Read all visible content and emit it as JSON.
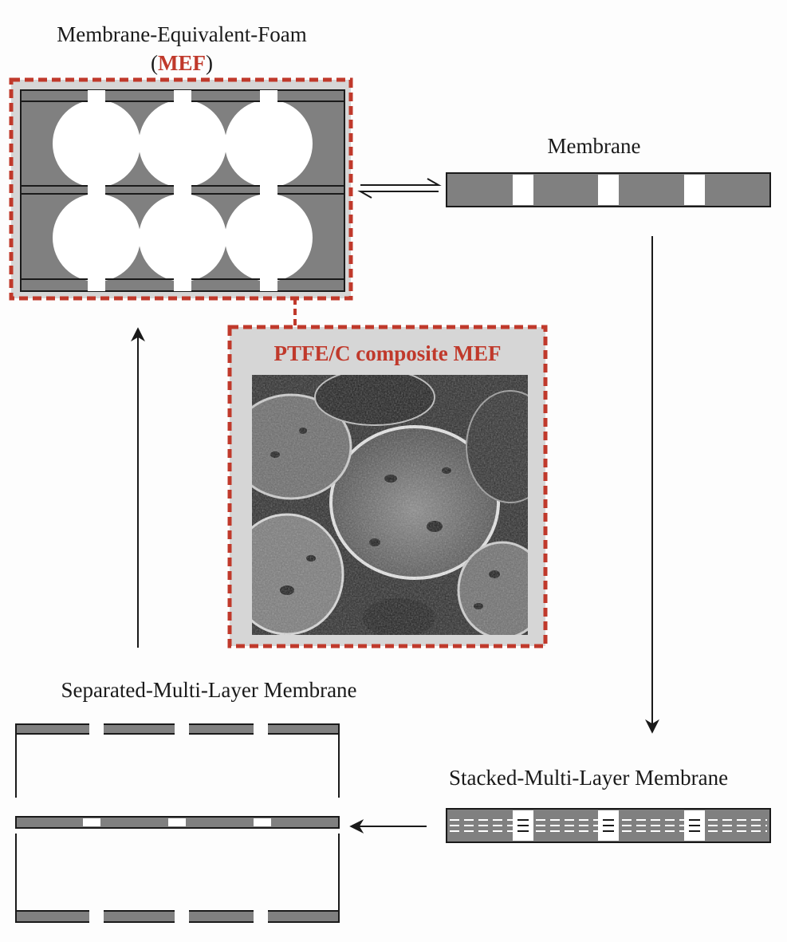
{
  "labels": {
    "mef_title": "Membrane-Equivalent-Foam",
    "mef_paren_open": "(",
    "mef_abbrev": "MEF",
    "mef_paren_close": ")",
    "membrane": "Membrane",
    "ptfe_title": "PTFE/C composite MEF",
    "separated": "Separated-Multi-Layer  Membrane",
    "stacked": "Stacked-Multi-Layer Membrane"
  },
  "colors": {
    "membrane_fill": "#808080",
    "accent_red": "#c0392b",
    "inset_bg": "#d6d6d6",
    "stroke": "#1a1a1a"
  },
  "icons": {
    "equilibrium": "reversible-arrows-icon",
    "arrow_down": "arrow-down-icon",
    "arrow_left": "arrow-left-icon",
    "arrow_up": "arrow-up-icon"
  }
}
